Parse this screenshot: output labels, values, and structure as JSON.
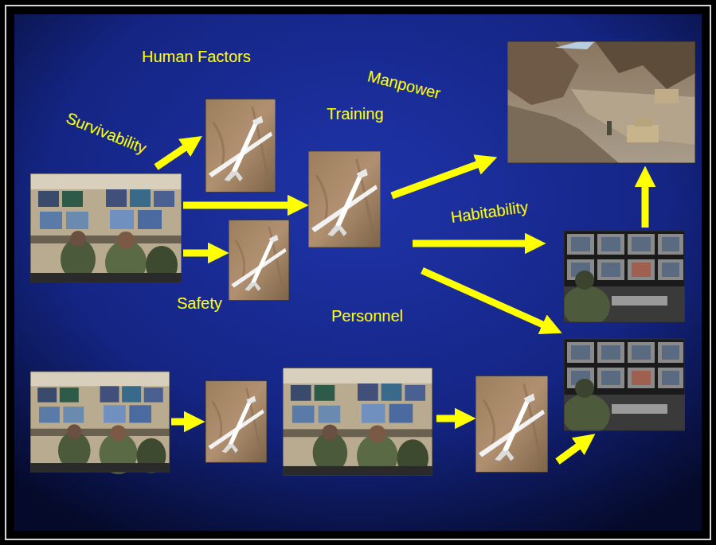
{
  "diagram": {
    "labels": [
      "Human Factors",
      "Manpower",
      "Survivability",
      "Training",
      "Habitability",
      "Safety",
      "Personnel"
    ]
  }
}
